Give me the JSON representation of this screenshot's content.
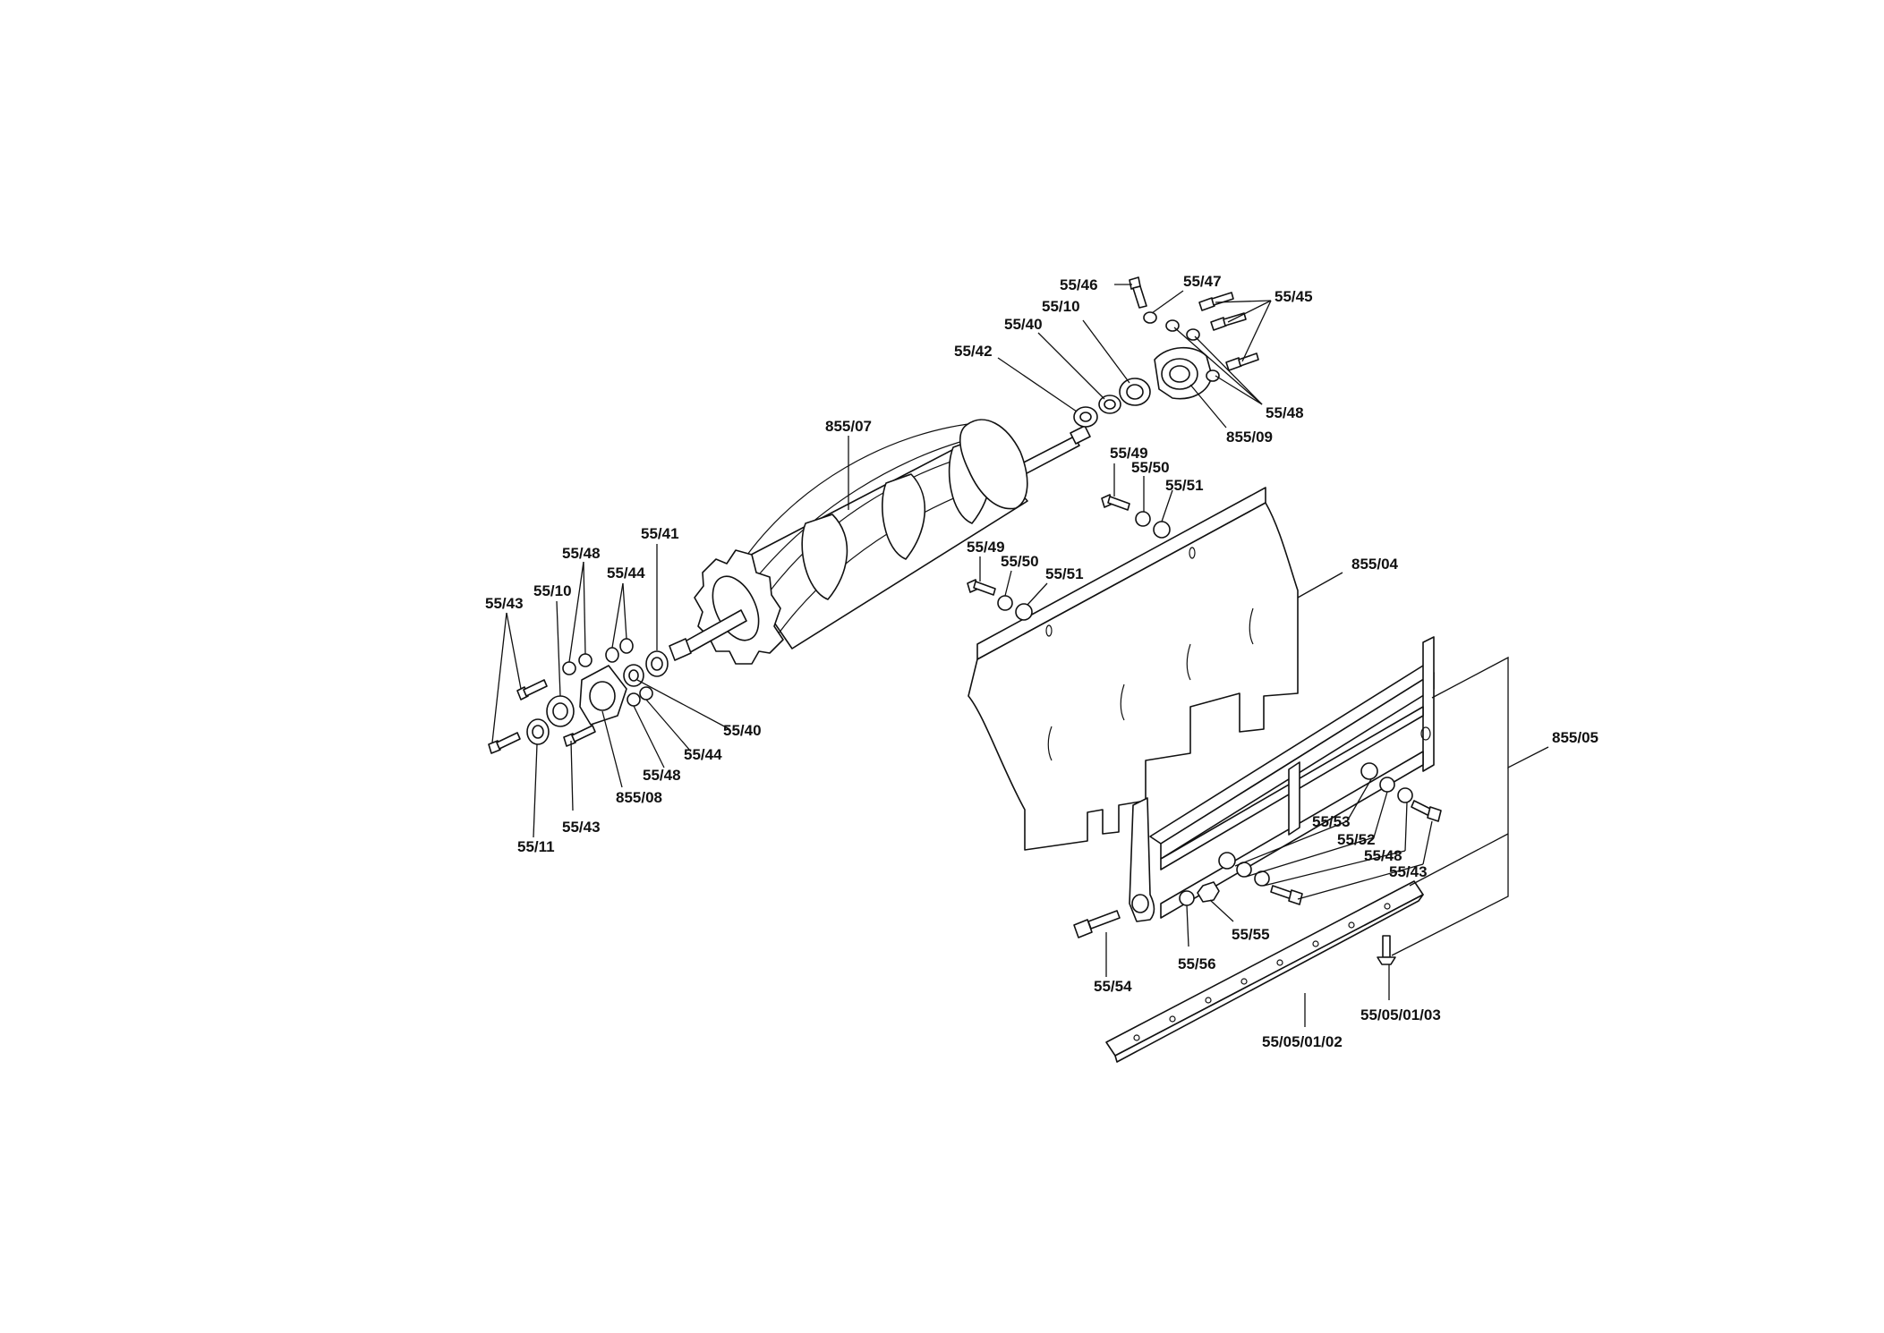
{
  "labels": {
    "l_55_46": "55/46",
    "l_55_47": "55/47",
    "l_55_45": "55/45",
    "l_55_10_top": "55/10",
    "l_55_40_top": "55/40",
    "l_55_42": "55/42",
    "l_55_48_top": "55/48",
    "l_855_09": "855/09",
    "l_855_07": "855/07",
    "l_55_49_a": "55/49",
    "l_55_50_a": "55/50",
    "l_55_51_a": "55/51",
    "l_55_49_b": "55/49",
    "l_55_50_b": "55/50",
    "l_55_51_b": "55/51",
    "l_855_04": "855/04",
    "l_55_41": "55/41",
    "l_55_48_left": "55/48",
    "l_55_44_left": "55/44",
    "l_55_43_left": "55/43",
    "l_55_10_left": "55/10",
    "l_55_40_left": "55/40",
    "l_55_44_low": "55/44",
    "l_55_48_low": "55/48",
    "l_855_08": "855/08",
    "l_55_43_low": "55/43",
    "l_55_11": "55/11",
    "l_855_05": "855/05",
    "l_55_53": "55/53",
    "l_55_52": "55/52",
    "l_55_48_right": "55/48",
    "l_55_43_right": "55/43",
    "l_55_55": "55/55",
    "l_55_56": "55/56",
    "l_55_54": "55/54",
    "l_55_05_01_03": "55/05/01/03",
    "l_55_05_01_02": "55/05/01/02"
  }
}
